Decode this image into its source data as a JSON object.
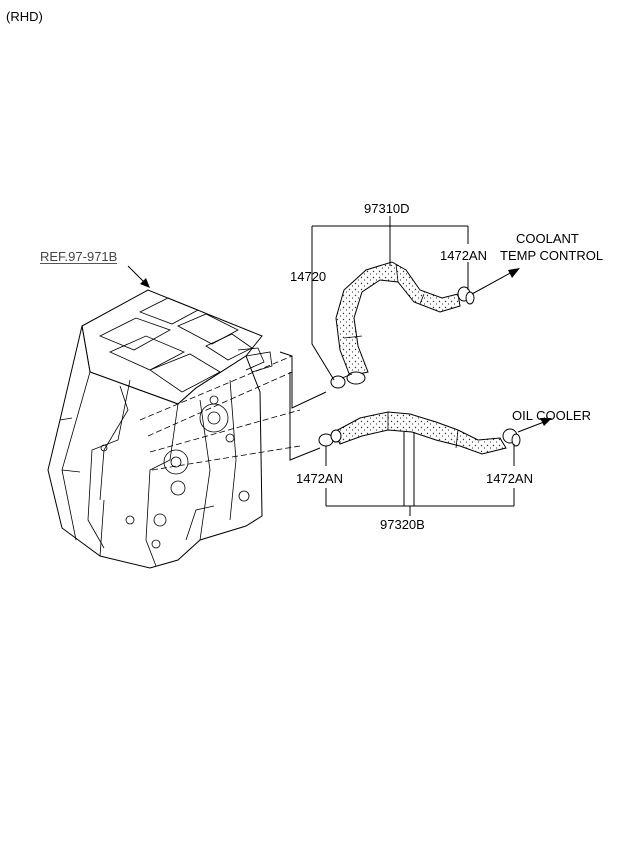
{
  "variant": "(RHD)",
  "ref_label": "REF.97-971B",
  "callouts": {
    "hose_upper": "97310D",
    "hose_lower": "97320B",
    "clamp_left_upper": "14720",
    "clamp_right_upper": "1472AN",
    "clamp_left_lower": "1472AN",
    "clamp_right_lower": "1472AN"
  },
  "destinations": {
    "coolant_line1": "COOLANT",
    "coolant_line2": "TEMP CONTROL",
    "oil_cooler": "OIL COOLER"
  }
}
